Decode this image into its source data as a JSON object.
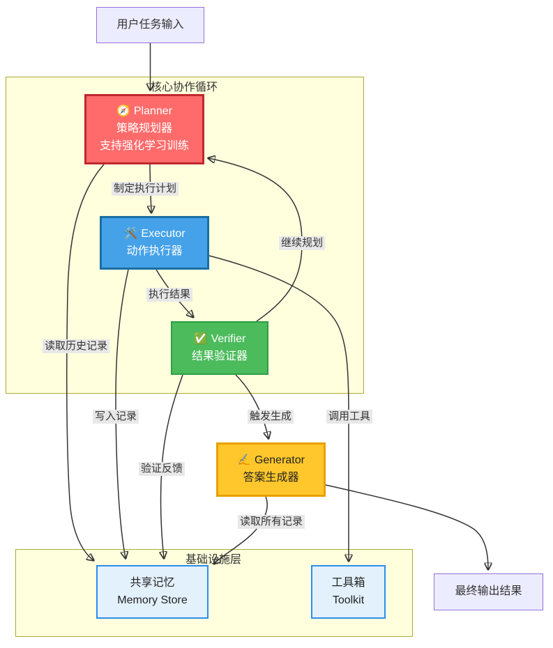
{
  "diagram": {
    "clusters": {
      "core": {
        "label": "核心协作循环"
      },
      "infra": {
        "label": "基础设施层"
      }
    },
    "nodes": {
      "user_input": {
        "label": "用户任务输入"
      },
      "planner": {
        "icon": "🧭",
        "name": "Planner",
        "line2": "策略规划器",
        "line3": "支持强化学习训练"
      },
      "executor": {
        "icon": "🛠️",
        "name": "Executor",
        "line2": "动作执行器"
      },
      "verifier": {
        "icon": "✅",
        "name": "Verifier",
        "line2": "结果验证器"
      },
      "generator": {
        "icon": "✍️",
        "name": "Generator",
        "line2": "答案生成器"
      },
      "memory": {
        "line1": "共享记忆",
        "line2": "Memory Store"
      },
      "toolkit": {
        "line1": "工具箱",
        "line2": "Toolkit"
      },
      "final_output": {
        "label": "最终输出结果"
      }
    },
    "edge_labels": {
      "plan": "制定执行计划",
      "exec_result": "执行结果",
      "continue_planning": "继续规划",
      "read_history": "读取历史记录",
      "write_record": "写入记录",
      "verify_feedback": "验证反馈",
      "trigger_generate": "触发生成",
      "call_tools": "调用工具",
      "read_all_records": "读取所有记录"
    },
    "colors": {
      "planner_fill": "#FF6B6B",
      "planner_border": "#C0282D",
      "executor_fill": "#45A2E8",
      "executor_border": "#1C6EA4",
      "verifier_fill": "#4CBB5C",
      "verifier_border": "#2E9E46",
      "generator_fill": "#FFC72C",
      "generator_border": "#E8A000",
      "infra_node_fill": "#E3F1FC",
      "infra_node_border": "#2D8CF0",
      "io_fill": "#ECECFF",
      "io_border": "#9370DB",
      "cluster_fill": "#FFFFDE",
      "cluster_border": "#AAAA33",
      "edge_stroke": "#333333",
      "edge_label_bg": "#e8e8e8"
    }
  }
}
